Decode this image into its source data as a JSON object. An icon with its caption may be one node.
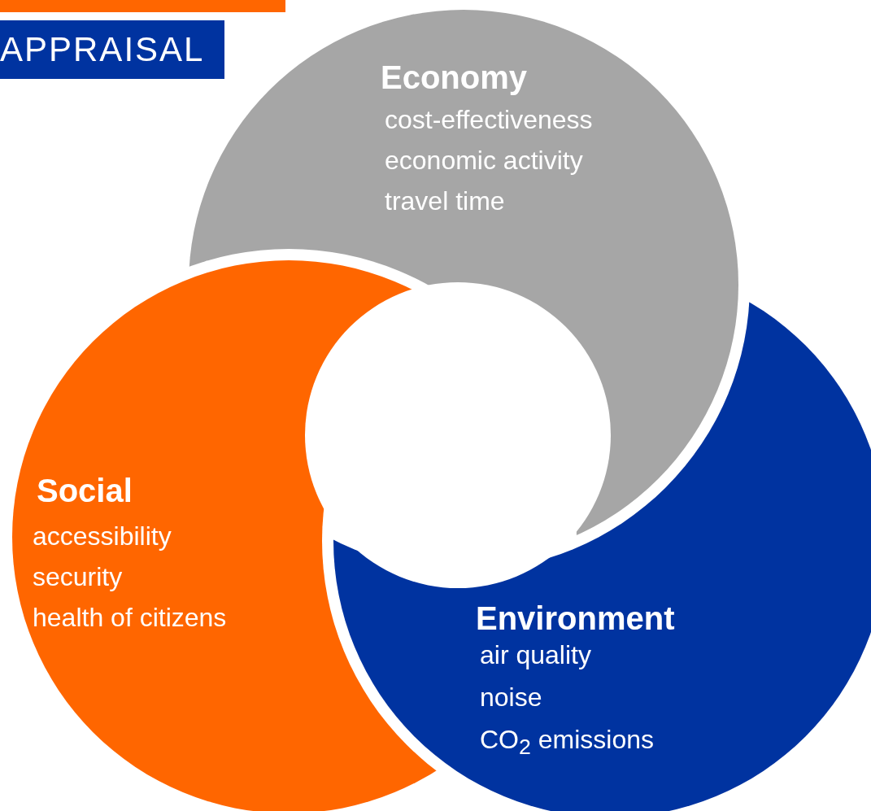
{
  "diagram": {
    "nodes": [
      {
        "text": [],
        "shape": "bar"
      },
      {
        "text": [
          "APPRAISAL"
        ]
      },
      {
        "text": [
          "Economy",
          "cost-effectiveness",
          "economic activity",
          "travel time"
        ]
      },
      {
        "text": [
          "Social",
          "accessibility",
          "security",
          "health of citizens"
        ]
      },
      {
        "text": [
          "Environment",
          "air quality",
          "noise",
          "CO$_{2}$ emissions"
        ]
      }
    ]
  }
}
